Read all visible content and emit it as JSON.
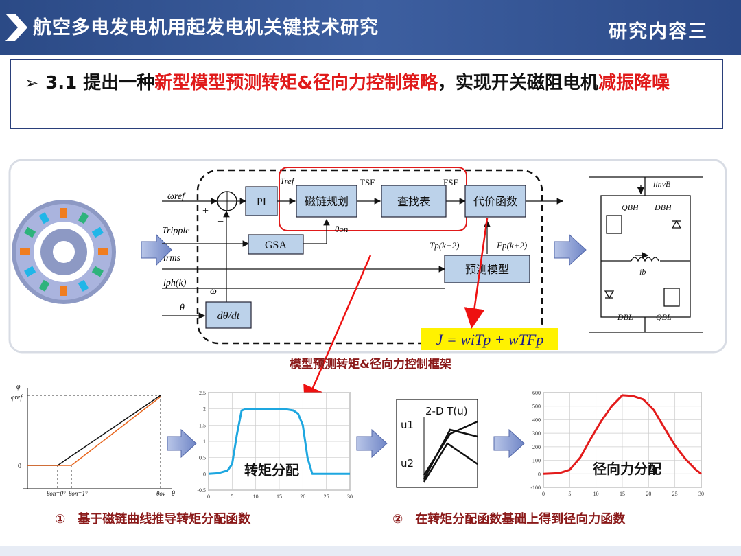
{
  "header": {
    "title": "航空多电发电机用起发电机关键技术研究",
    "section": "研究内容三"
  },
  "headline": {
    "arrow": "➢",
    "part1": "3.1 提出一种",
    "part2": "新型模型预测转矩&径向力控制策略",
    "part3": "，实现开关磁阻电机",
    "part4": "减振降噪"
  },
  "diagram": {
    "w_ref": "ωref",
    "t_ripple": "Tripple",
    "i_rms": "irms",
    "i_ph": "iph(k)",
    "theta": "θ",
    "omega": "ω",
    "plus": "+",
    "minus": "−",
    "pi": "PI",
    "gsa": "GSA",
    "flux_plan": "磁链规划",
    "lookup": "查找表",
    "cost_fn": "代价函数",
    "predict_model": "预测模型",
    "deriv": "dθ/dt",
    "t_ref": "Tref",
    "tsf": "TSF",
    "fsf": "FSF",
    "theta_on": "θon",
    "tp": "Tp(k+2)",
    "fp": "Fp(k+2)",
    "cost_formula": "J = wiTp + wTFp",
    "i_invb": "iinvB",
    "q_bh": "QBH",
    "d_bh": "DBH",
    "i_b": "ib",
    "d_bl": "DBL",
    "q_bl": "QBL"
  },
  "framework_caption": "模型预测转矩&径向力控制框架",
  "flux_plot": {
    "phi": "φ",
    "phi_ref": "φref",
    "zero": "0",
    "theta_on_label1": "θon=0°",
    "theta_on_label2": "θon=1°",
    "theta_ov": "θov",
    "theta": "θ"
  },
  "chart_data": [
    {
      "type": "line",
      "title": "",
      "overlay_label": "转矩分配",
      "x": [
        0,
        2,
        4,
        5,
        6,
        7,
        8,
        10,
        12,
        14,
        16,
        18,
        19,
        20,
        21,
        22,
        23,
        25,
        30
      ],
      "y": [
        0,
        0.02,
        0.1,
        0.3,
        1.2,
        1.95,
        2,
        2,
        2,
        2,
        2,
        1.95,
        1.85,
        1.5,
        0.5,
        0,
        0,
        0,
        0
      ],
      "xlim": [
        0,
        30
      ],
      "ylim": [
        -0.5,
        2.5
      ],
      "xticks": [
        "0",
        "5",
        "10",
        "15",
        "20",
        "25",
        "30"
      ],
      "yticks": [
        "-0.5",
        "0",
        "0.5",
        "1",
        "1.5",
        "2",
        "2.5"
      ],
      "color": "#1ea7e0",
      "grid": true
    },
    {
      "type": "line",
      "title": "2-D T(u)",
      "labels": [
        "u1",
        "u2"
      ],
      "grid": false
    },
    {
      "type": "line",
      "title": "",
      "overlay_label": "径向力分配",
      "x": [
        0,
        3,
        5,
        7,
        9,
        11,
        13,
        15,
        17,
        19,
        21,
        23,
        25,
        27,
        29,
        30
      ],
      "y": [
        0,
        5,
        30,
        120,
        260,
        390,
        500,
        580,
        575,
        550,
        470,
        340,
        210,
        110,
        30,
        0
      ],
      "xlim": [
        0,
        30
      ],
      "ylim": [
        -100,
        600
      ],
      "xticks": [
        "0",
        "5",
        "10",
        "15",
        "20",
        "25",
        "30"
      ],
      "yticks": [
        "-100",
        "0",
        "100",
        "200",
        "300",
        "400",
        "500",
        "600"
      ],
      "color": "#e31b1b",
      "grid": true
    }
  ],
  "bottom_captions": {
    "left": "①　基于磁链曲线推导转矩分配函数",
    "right": "②　在转矩分配函数基础上得到径向力函数"
  },
  "colors": {
    "header_bg": "#2f4f8f",
    "accent_red": "#e01a1a",
    "caption_dark_red": "#8b1a1a",
    "block_fill": "#bcd2ea"
  }
}
